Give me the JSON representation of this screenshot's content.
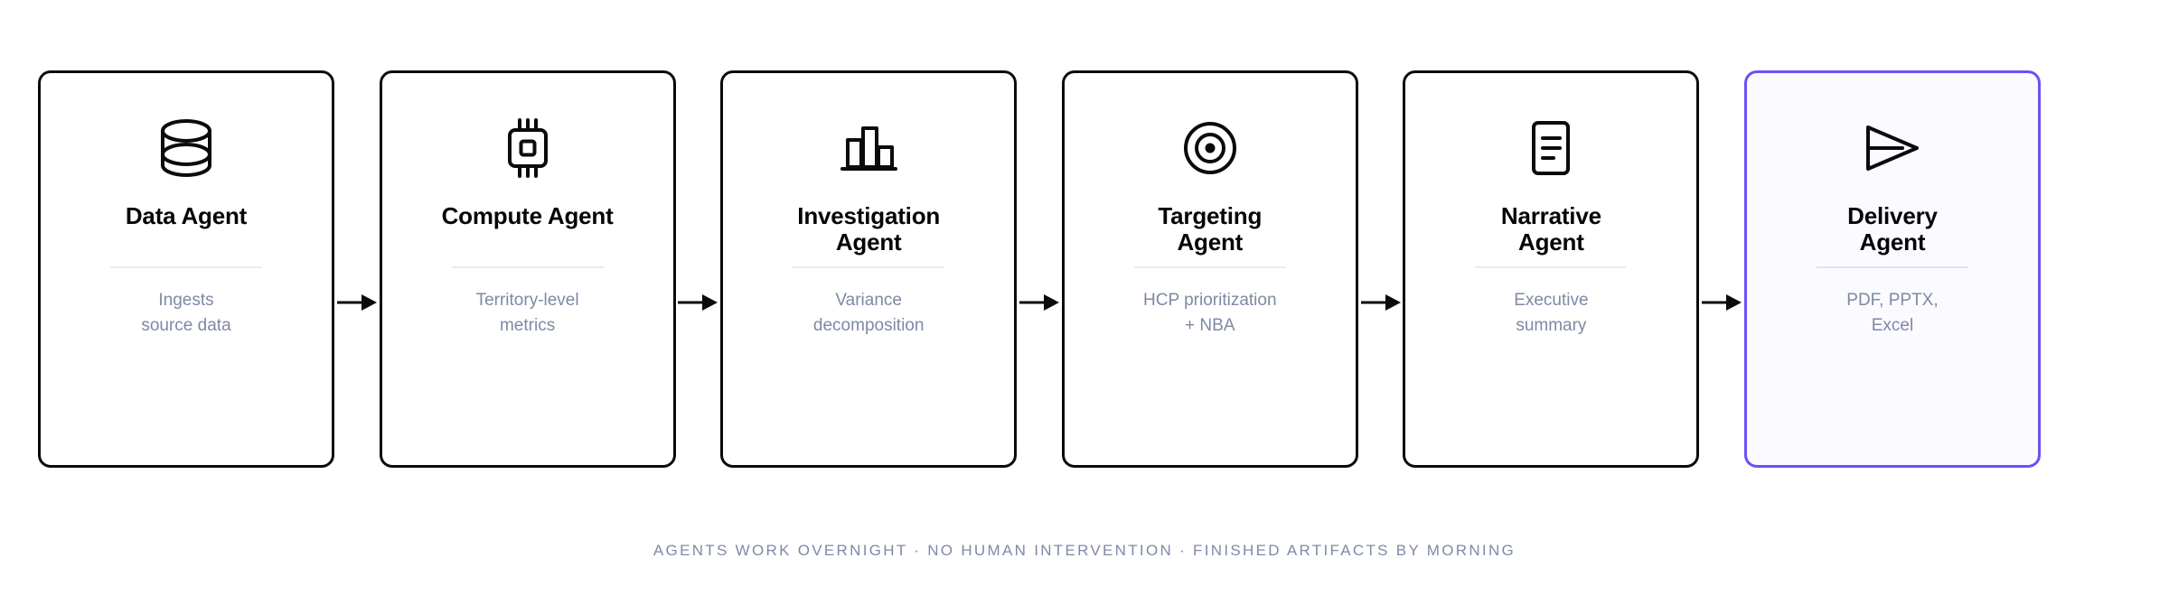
{
  "pipeline": {
    "cards": [
      {
        "icon": "database-icon",
        "title": "Data Agent",
        "subtitle": "Ingests\nsource data",
        "accent": false
      },
      {
        "icon": "cpu-chip-icon",
        "title": "Compute Agent",
        "subtitle": "Territory-level\nmetrics",
        "accent": false
      },
      {
        "icon": "bar-chart-icon",
        "title": "Investigation\nAgent",
        "subtitle": "Variance\ndecomposition",
        "accent": false
      },
      {
        "icon": "target-icon",
        "title": "Targeting\nAgent",
        "subtitle": "HCP prioritization\n+ NBA",
        "accent": false
      },
      {
        "icon": "document-icon",
        "title": "Narrative\nAgent",
        "subtitle": "Executive\nsummary",
        "accent": false
      },
      {
        "icon": "send-plane-icon",
        "title": "Delivery\nAgent",
        "subtitle": "PDF, PPTX,\nExcel",
        "accent": true
      }
    ],
    "connector_icon": "arrow-right-icon"
  },
  "footer": {
    "caption": "AGENTS WORK OVERNIGHT · NO HUMAN INTERVENTION · FINISHED ARTIFACTS BY MORNING"
  },
  "colors": {
    "card_border": "#0b0b0f",
    "accent_border": "#6f4ef8",
    "accent_fill": "#fbfaff",
    "title": "#06060a",
    "subtitle": "#7e89a4",
    "divider": "#ebebf1",
    "footer_text": "#7f8aa6",
    "background": "#ffffff"
  }
}
